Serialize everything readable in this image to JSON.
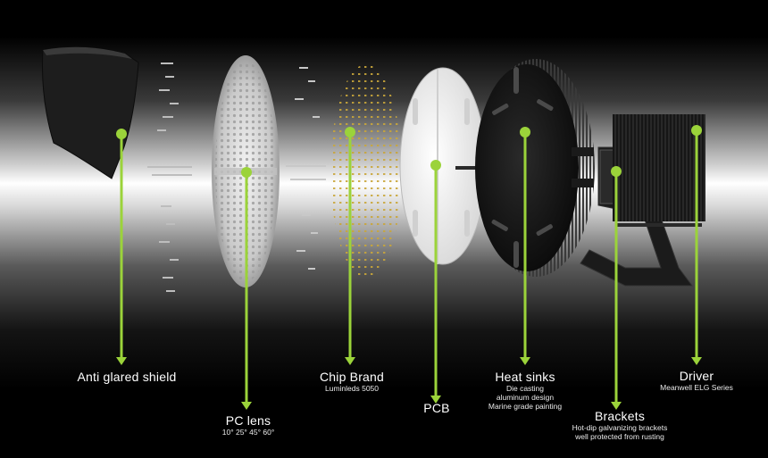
{
  "accent_color": "#9bd33a",
  "components": [
    {
      "id": "shield",
      "title": "Anti glared shield",
      "subtitle": []
    },
    {
      "id": "lens",
      "title": "PC lens",
      "subtitle": [
        "10° 25° 45° 60°"
      ]
    },
    {
      "id": "chip",
      "title": "Chip Brand",
      "subtitle": [
        "Luminleds 5050"
      ]
    },
    {
      "id": "pcb",
      "title": "PCB",
      "subtitle": []
    },
    {
      "id": "heatsink",
      "title": "Heat sinks",
      "subtitle": [
        "Die casting",
        "aluminum design",
        "Marine grade painting"
      ]
    },
    {
      "id": "brackets",
      "title": "Brackets",
      "subtitle": [
        "Hot-dip galvanizing brackets",
        "well protected from rusting"
      ]
    },
    {
      "id": "driver",
      "title": "Driver",
      "subtitle": [
        "Meanwell ELG  Series"
      ]
    }
  ]
}
